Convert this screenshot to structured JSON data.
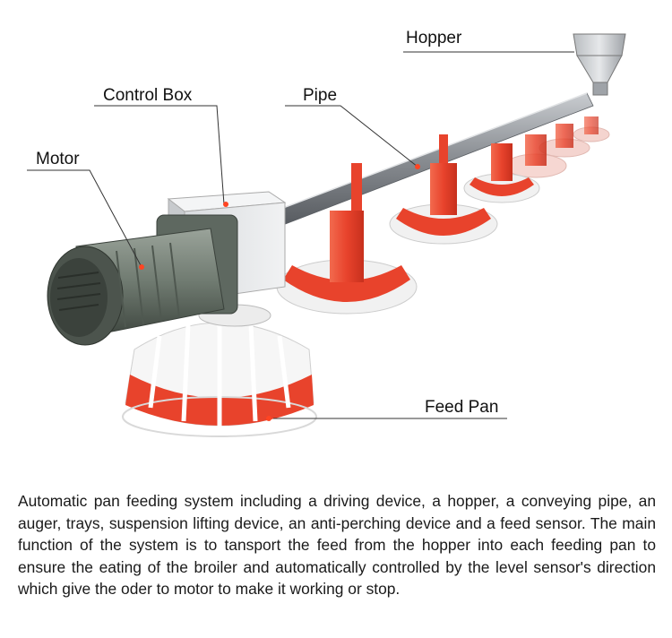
{
  "labels": {
    "hopper": "Hopper",
    "control_box": "Control Box",
    "pipe": "Pipe",
    "motor": "Motor",
    "feed_pan": "Feed Pan"
  },
  "description": "Automatic pan feeding system including a driving device, a hopper, a conveying pipe, an auger, trays, suspension lifting device, an anti-perching device and a feed sensor. The main function of the system is to tansport the feed from the hopper into each feeding pan to ensure the eating of the broiler and automatically controlled by the level sensor's direction which give the oder to motor to make it working or stop.",
  "colors": {
    "pan_red": "#e8432c",
    "pan_white": "#f4f4f4",
    "pipe_gray": "#8d9196",
    "motor_green": "#6f7a70",
    "leader_line": "#333333"
  }
}
